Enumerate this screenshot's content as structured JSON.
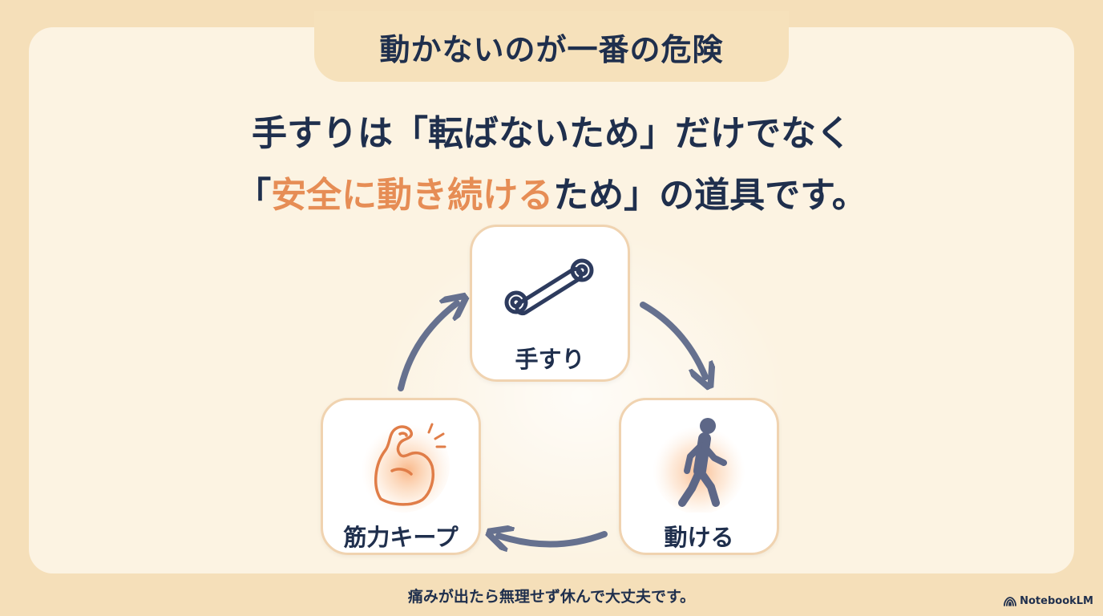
{
  "header": {
    "title": "動かないのが一番の危険"
  },
  "headline": {
    "line1": "手すりは「転ばないため」だけでなく",
    "line2_open": "「",
    "line2_accent": "安全に動き続ける",
    "line2_rest": "ため」の道具です。"
  },
  "cycle": {
    "nodes": [
      {
        "label": "手すり",
        "icon": "handrail-icon"
      },
      {
        "label": "動ける",
        "icon": "walking-person-icon"
      },
      {
        "label": "筋力キープ",
        "icon": "flexed-arm-icon"
      }
    ],
    "arrow_color": "#66718f"
  },
  "footer": {
    "note": "痛みが出たら無理せず休んで大丈夫です。"
  },
  "brand": {
    "name": "NotebookLM"
  },
  "colors": {
    "outer_bg": "#f5dfb9",
    "panel_bg": "#fcf3e2",
    "text": "#1f2f4d",
    "accent": "#e68d55",
    "node_border": "#f0d3b0"
  }
}
